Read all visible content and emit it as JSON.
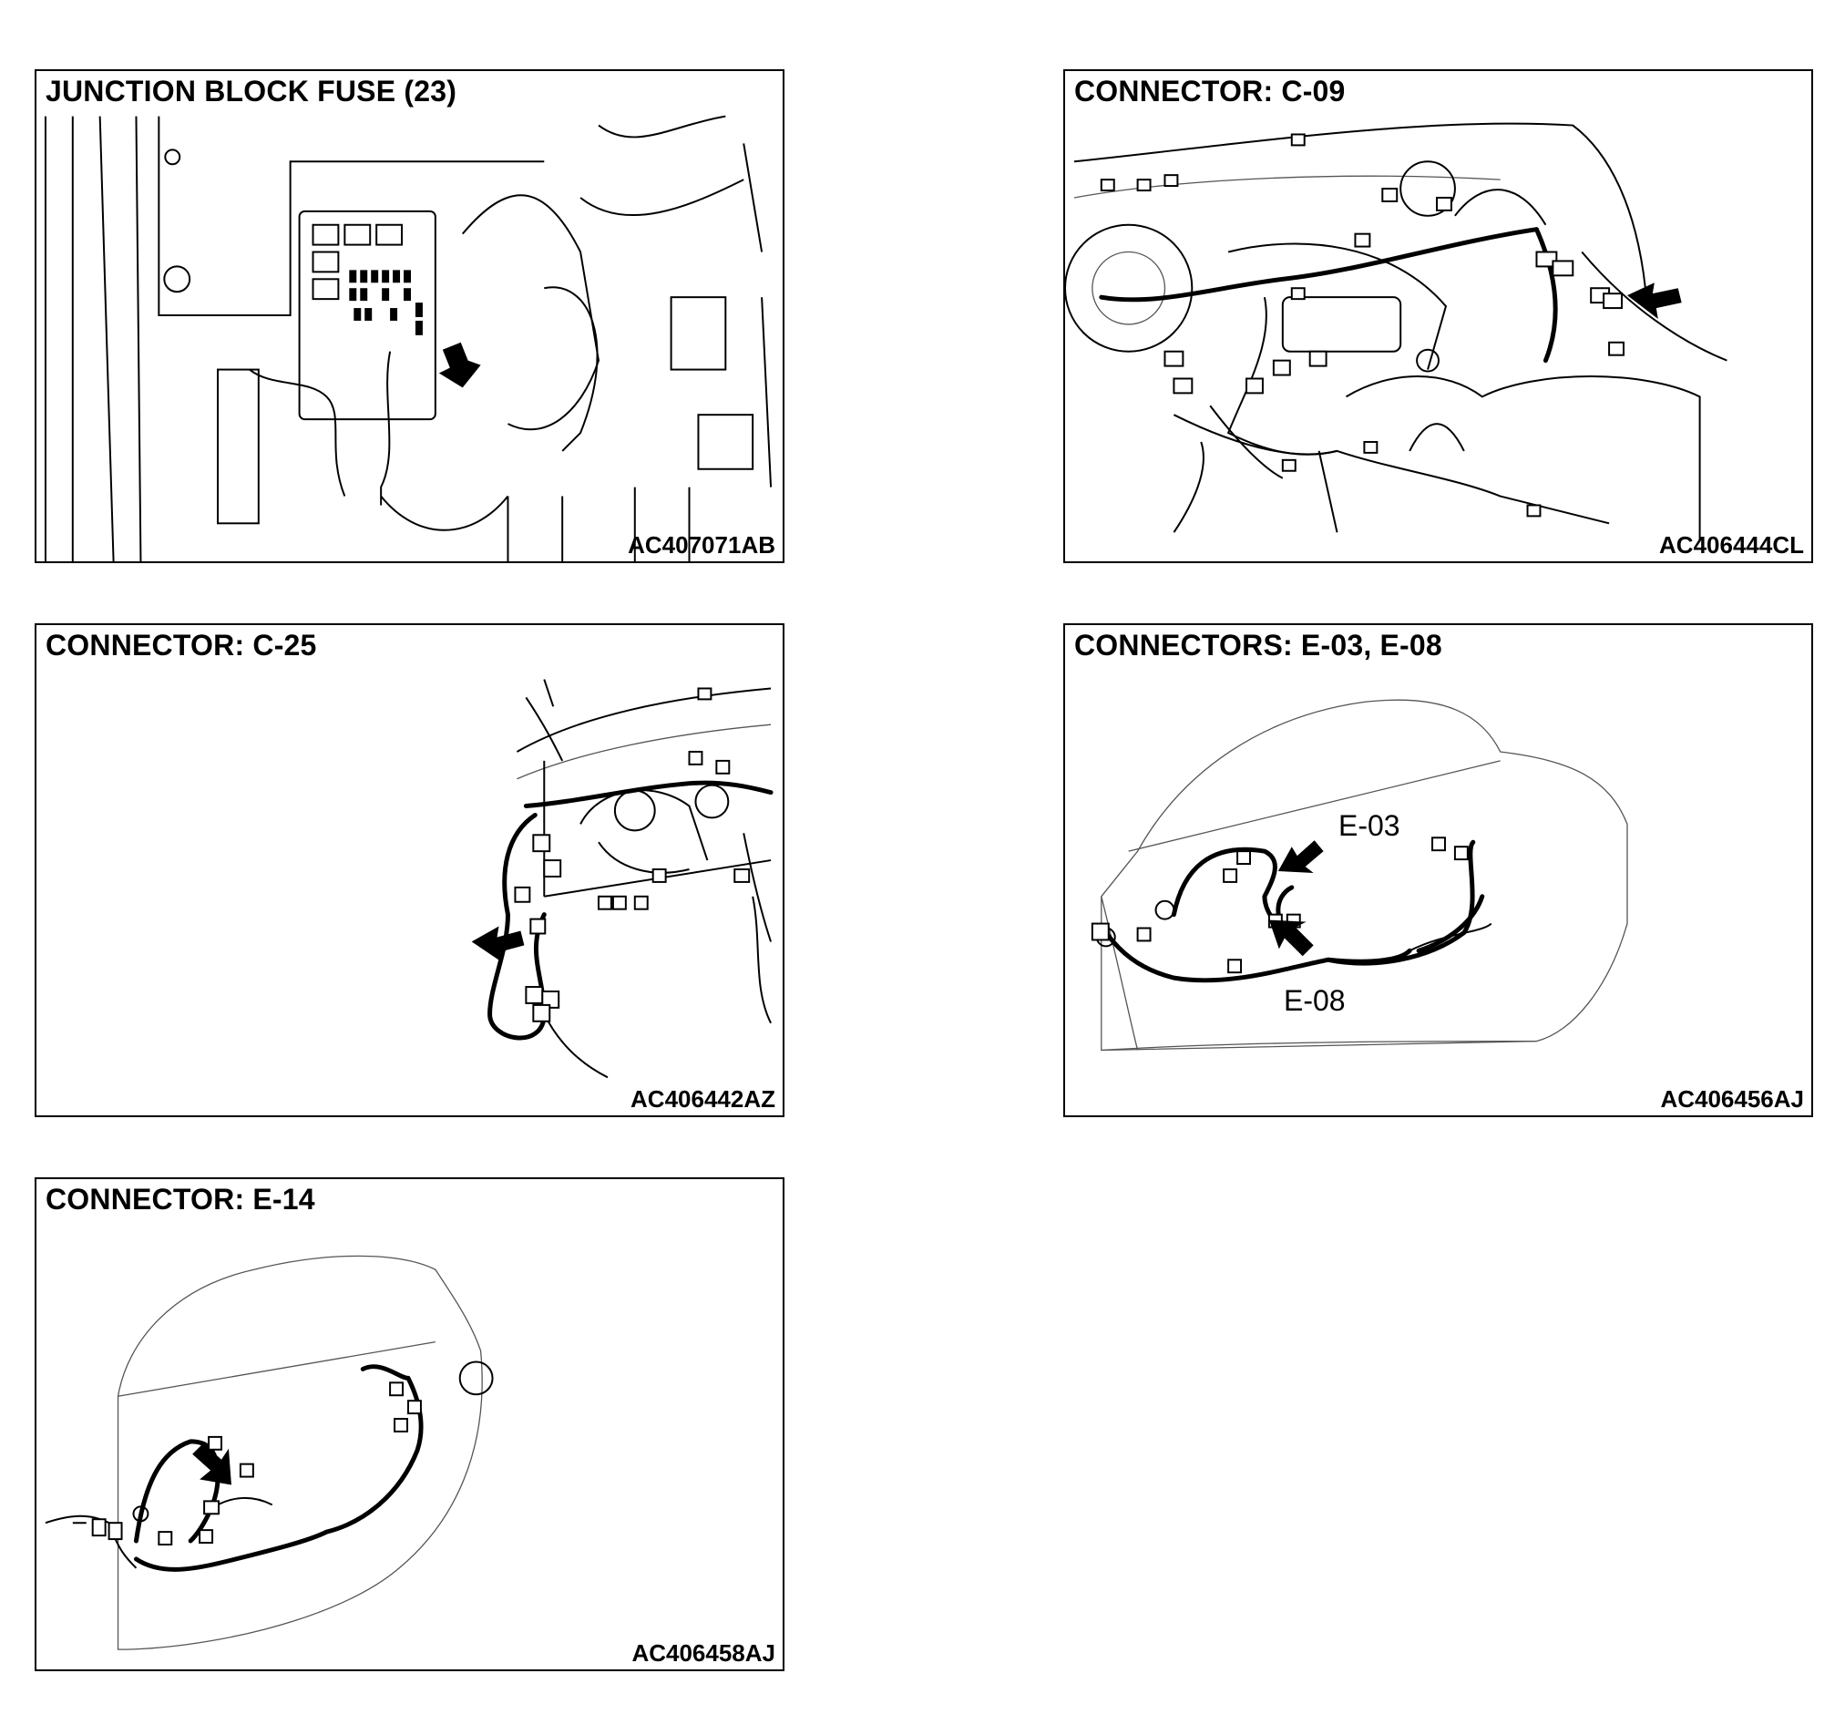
{
  "panels": [
    {
      "title": "JUNCTION BLOCK FUSE (23)",
      "code": "AC407071AB"
    },
    {
      "title": "CONNECTOR: C-09",
      "code": "AC406444CL"
    },
    {
      "title": "CONNECTOR: C-25",
      "code": "AC406442AZ"
    },
    {
      "title": "CONNECTORS: E-03, E-08",
      "code": "AC406456AJ",
      "callouts": [
        "E-03",
        "E-08"
      ]
    },
    {
      "title": "CONNECTOR: E-14",
      "code": "AC406458AJ"
    }
  ]
}
